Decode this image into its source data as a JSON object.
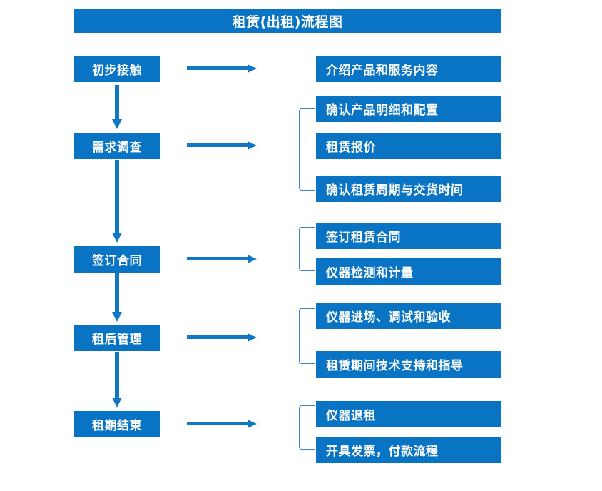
{
  "diagram": {
    "title": "租赁(出租)流程图",
    "accent_color": "#0a74c4",
    "bracket_color": "#3f7fc1",
    "text_color": "#ffffff",
    "background_color": "#ffffff",
    "stages": [
      {
        "label": "初步接触"
      },
      {
        "label": "需求调查"
      },
      {
        "label": "签订合同"
      },
      {
        "label": "租后管理"
      },
      {
        "label": "租期结束"
      }
    ],
    "details": [
      {
        "label": "介绍产品和服务内容"
      },
      {
        "label": "确认产品明细和配置"
      },
      {
        "label": "租赁报价"
      },
      {
        "label": "确认租赁周期与交货时间"
      },
      {
        "label": "签订租赁合同"
      },
      {
        "label": "仪器检测和计量"
      },
      {
        "label": "仪器进场、调试和验收"
      },
      {
        "label": "租赁期间技术支持和指导"
      },
      {
        "label": "仪器退租"
      },
      {
        "label": "开具发票，付款流程"
      }
    ]
  }
}
